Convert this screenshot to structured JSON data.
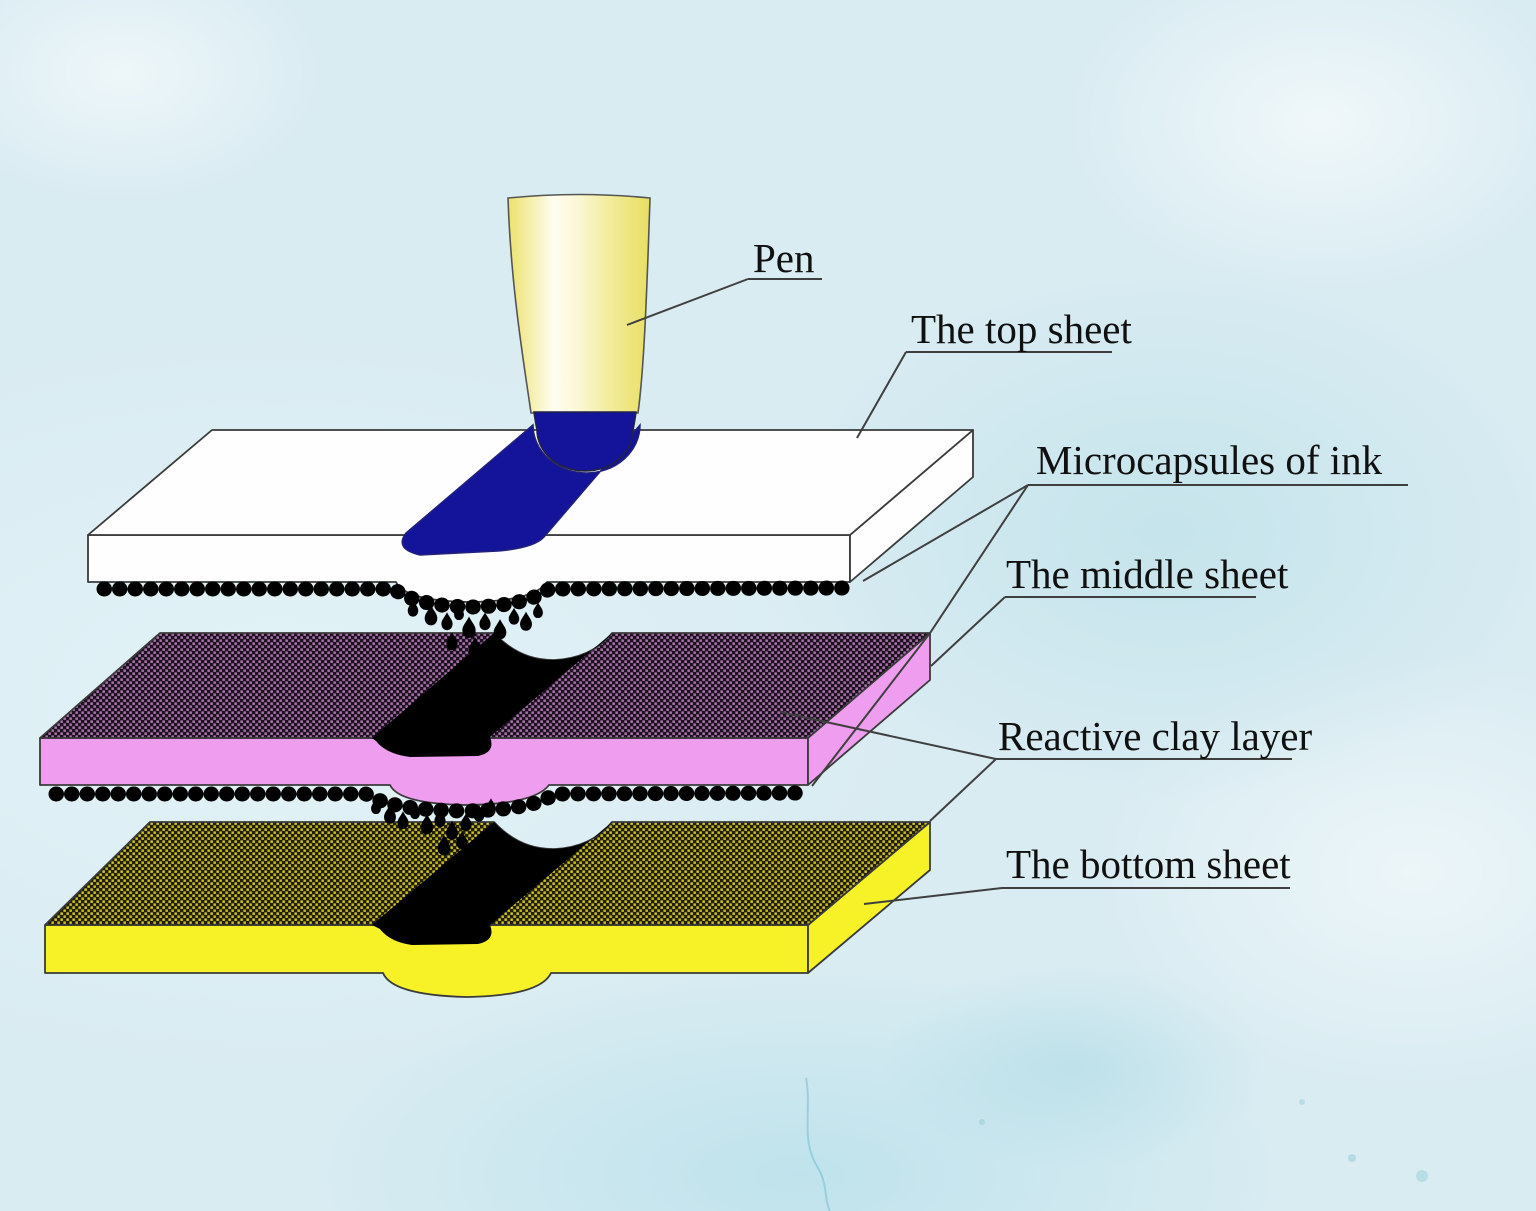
{
  "labels": {
    "pen": "Pen",
    "top_sheet": "The top sheet",
    "microcapsules": "Microcapsules of ink",
    "middle_sheet": "The middle sheet",
    "reactive_clay": "Reactive clay layer",
    "bottom_sheet": "The bottom sheet"
  },
  "colors": {
    "background": "#D9ECF2",
    "outline": "#3A3A3A",
    "leader_line": "#3F3F3F",
    "label_text": "#101010",
    "pen_body_yellow": "#EDE26B",
    "pen_tip_navy": "#14149B",
    "ink_streak_navy": "#14149B",
    "ink_black": "#000000",
    "top_sheet_white": "#FEFEFE",
    "middle_sheet_pink": "#EF9EEF",
    "clay_purple": "#B077B3",
    "clay_dark_purple": "#1E1120",
    "bottom_sheet_yellow": "#F7F228",
    "clay_yellow": "#D6CA25",
    "clay_dark_olive": "#211E04",
    "microcapsules_black": "#000000"
  }
}
